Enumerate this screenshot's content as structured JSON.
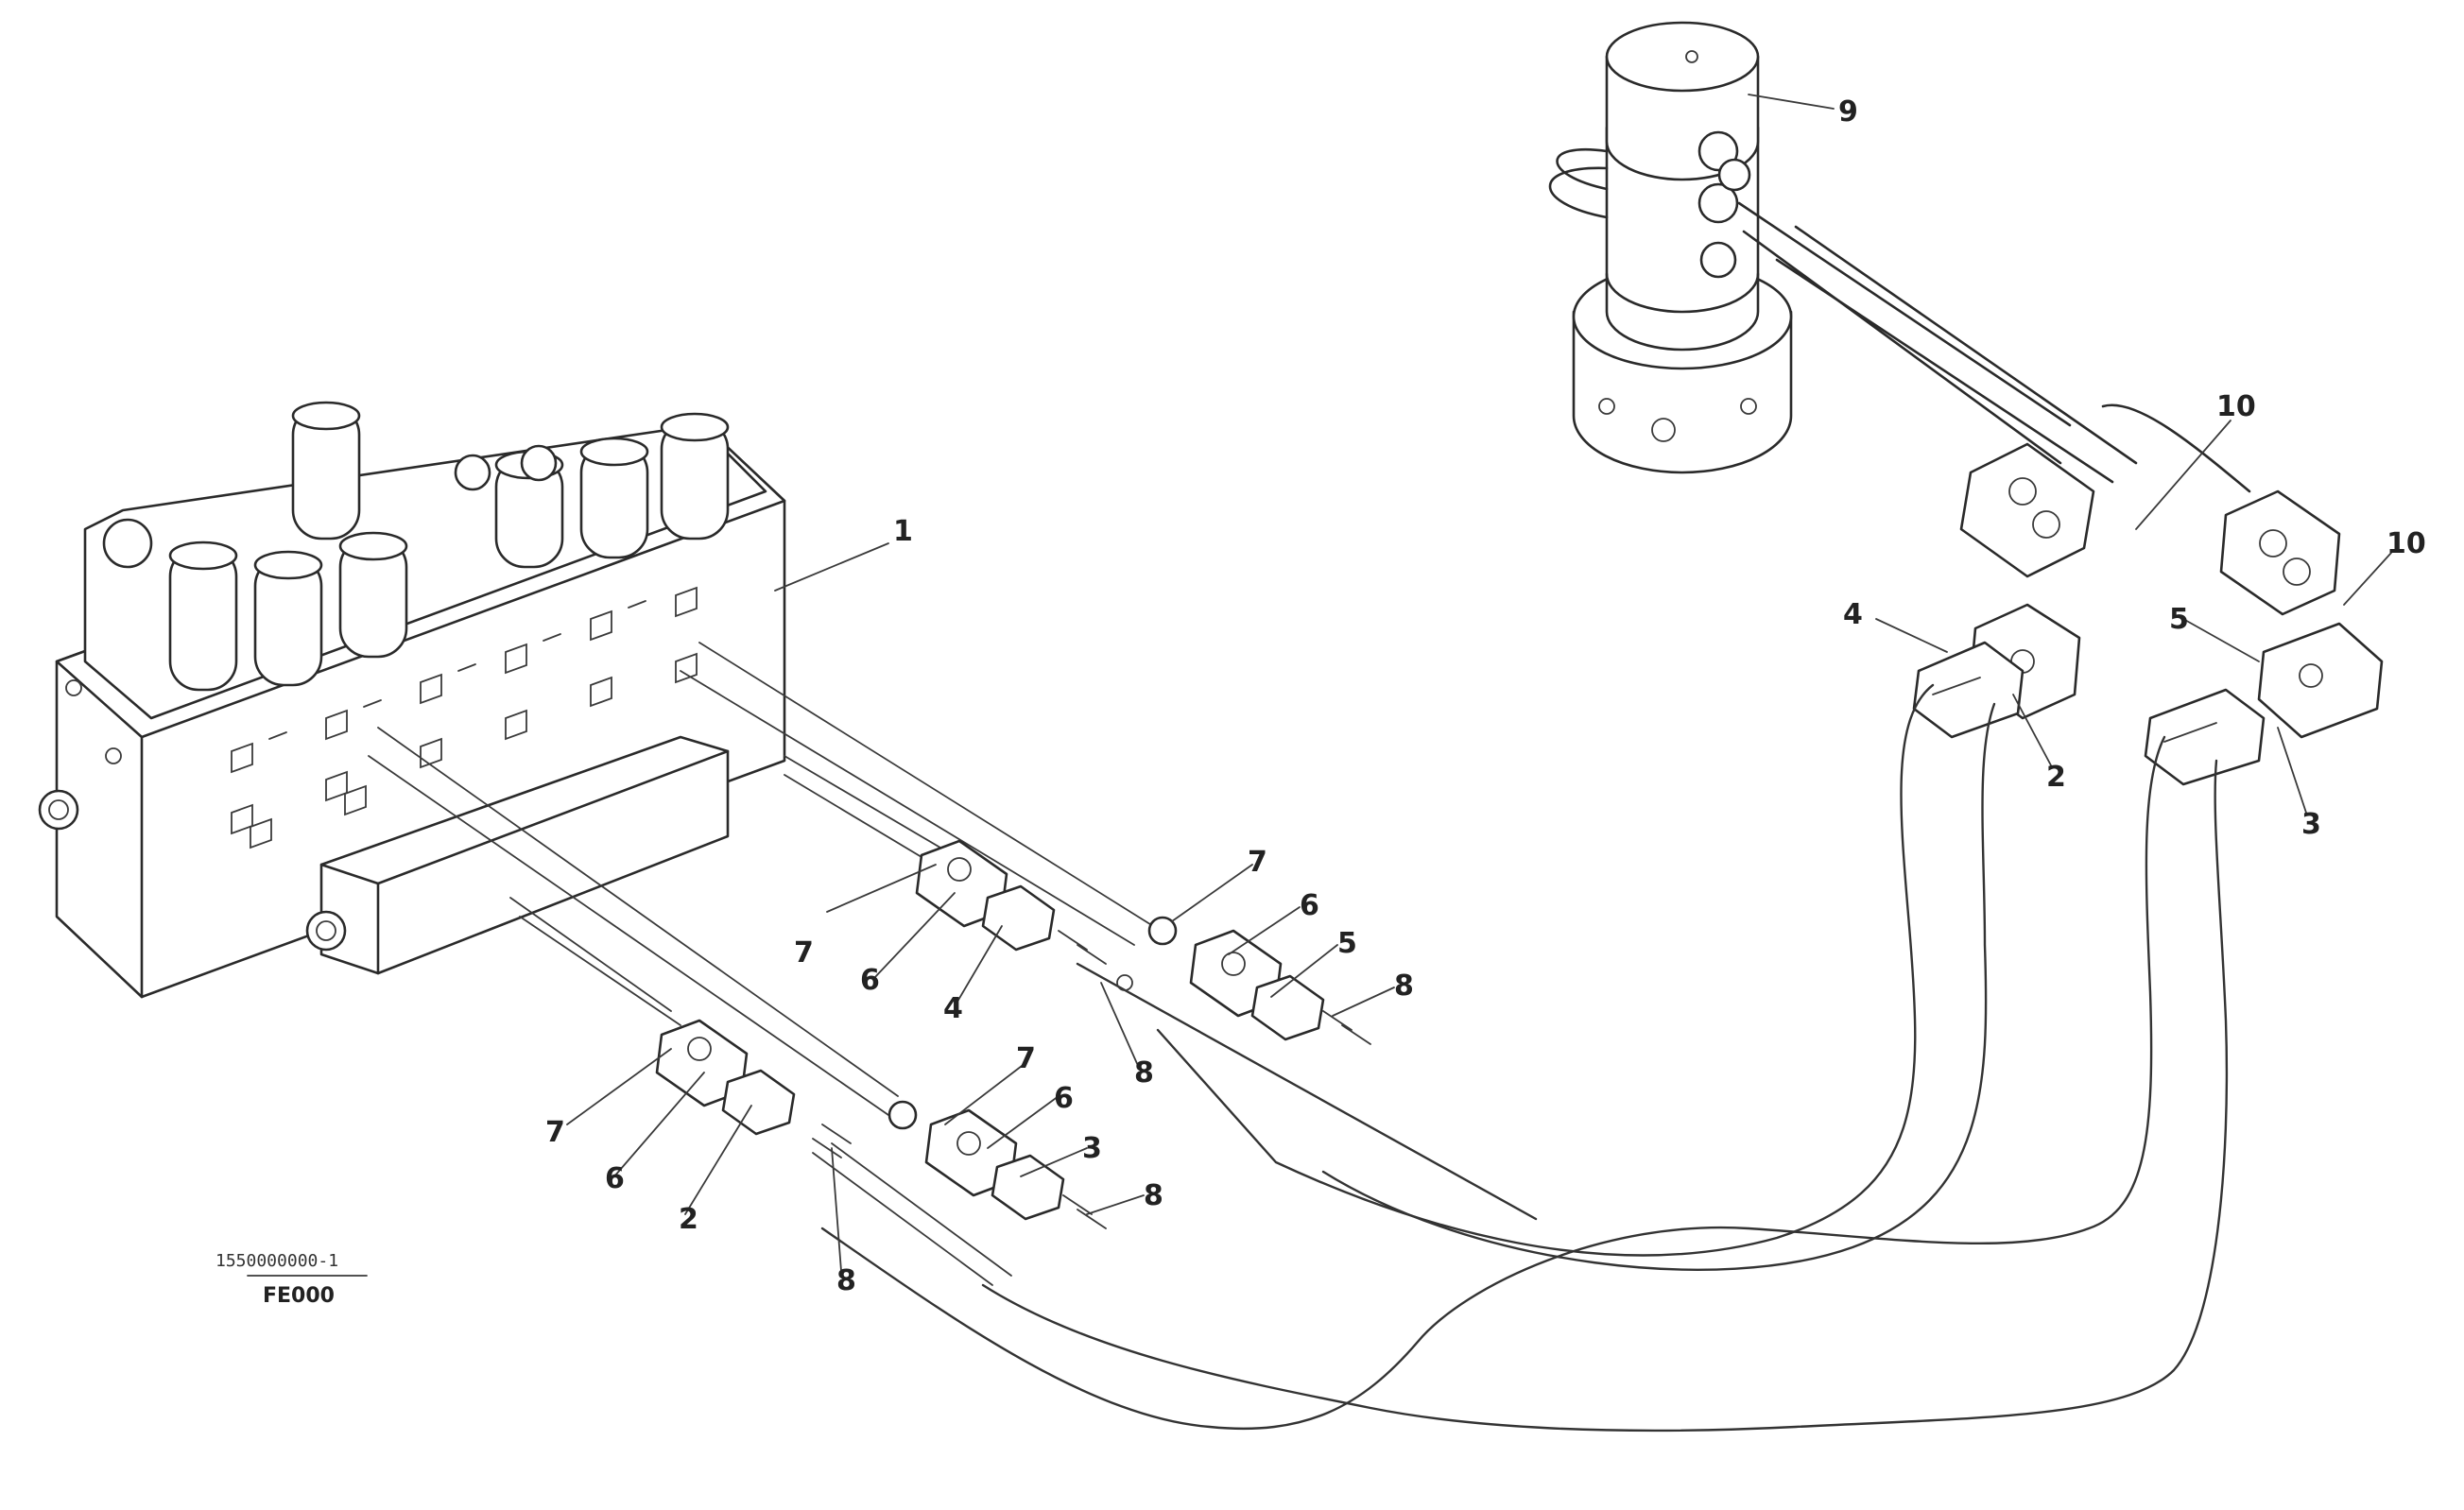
{
  "drawing": {
    "reference_code": "1550000000-1",
    "figure_code": "FE000"
  },
  "callouts": [
    {
      "id": "c1",
      "label": "1"
    },
    {
      "id": "c9",
      "label": "9"
    },
    {
      "id": "c10a",
      "label": "10"
    },
    {
      "id": "c10b",
      "label": "10"
    },
    {
      "id": "c4a",
      "label": "4"
    },
    {
      "id": "c2a",
      "label": "2"
    },
    {
      "id": "c5a",
      "label": "5"
    },
    {
      "id": "c3a",
      "label": "3"
    },
    {
      "id": "c7a",
      "label": "7"
    },
    {
      "id": "c6a",
      "label": "6"
    },
    {
      "id": "c5b",
      "label": "5"
    },
    {
      "id": "c8a",
      "label": "8"
    },
    {
      "id": "c7b",
      "label": "7"
    },
    {
      "id": "c6b",
      "label": "6"
    },
    {
      "id": "c4b",
      "label": "4"
    },
    {
      "id": "c8b",
      "label": "8"
    },
    {
      "id": "c7c",
      "label": "7"
    },
    {
      "id": "c6c",
      "label": "6"
    },
    {
      "id": "c3b",
      "label": "3"
    },
    {
      "id": "c8c",
      "label": "8"
    },
    {
      "id": "c7d",
      "label": "7"
    },
    {
      "id": "c6d",
      "label": "6"
    },
    {
      "id": "c2b",
      "label": "2"
    },
    {
      "id": "c8d",
      "label": "8"
    }
  ]
}
